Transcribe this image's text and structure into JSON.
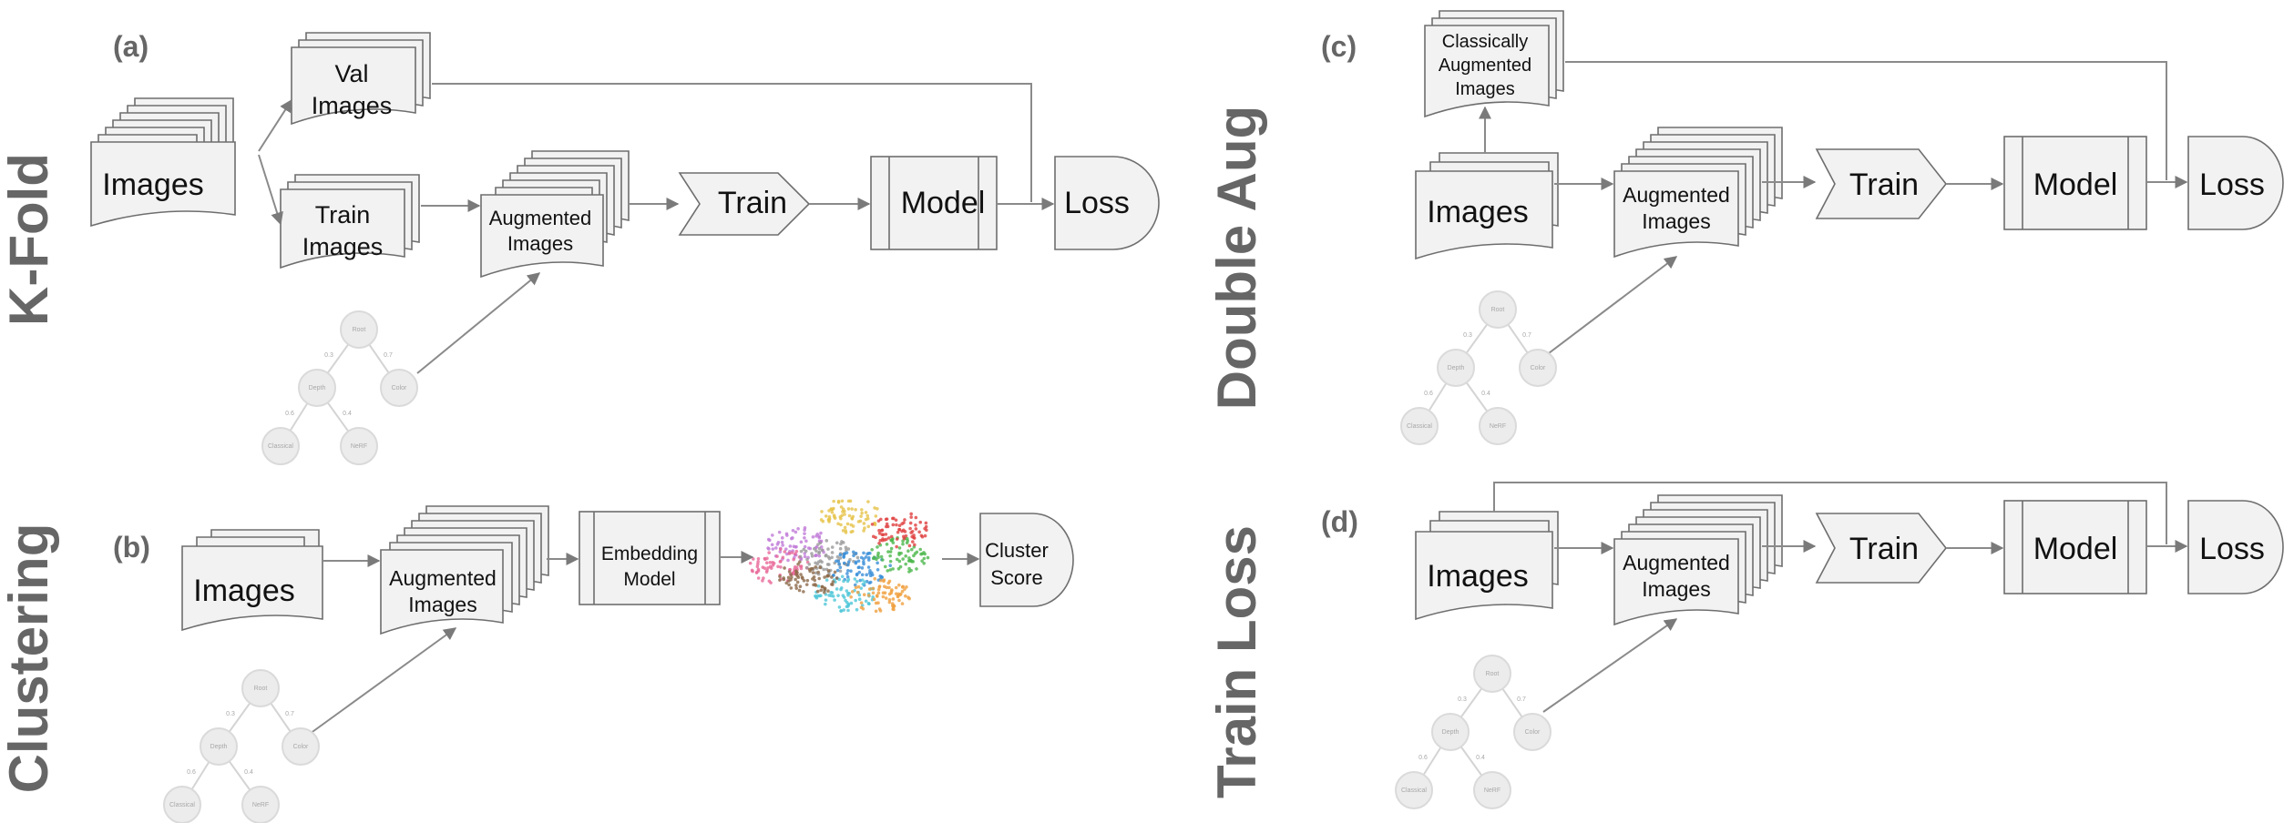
{
  "side_titles": {
    "a": "K-Fold",
    "b": "Clustering",
    "c": "Double Aug",
    "d": "Train Loss"
  },
  "panel_tags": {
    "a": "(a)",
    "b": "(b)",
    "c": "(c)",
    "d": "(d)"
  },
  "labels": {
    "images": "Images",
    "val_images": [
      "Val",
      "Images"
    ],
    "train_images": [
      "Train",
      "Images"
    ],
    "augmented_images": [
      "Augmented",
      "Images"
    ],
    "classically_augmented": [
      "Classically",
      "Augmented",
      "Images"
    ],
    "train": "Train",
    "model": "Model",
    "loss": "Loss",
    "embedding_model": [
      "Embedding",
      "Model"
    ],
    "cluster_score": [
      "Cluster",
      "Score"
    ]
  },
  "policy_tree": {
    "root": "Root",
    "depth": "Depth",
    "color": "Color",
    "classical": "Classical",
    "nerf": "NeRF",
    "p_depth": "0.3",
    "p_color": "0.7",
    "p_classical": "0.6",
    "p_nerf": "0.4"
  },
  "colors": {
    "box_fill": "#f2f2f2",
    "box_stroke": "#6e6e6e",
    "arrow": "#8a8a8a",
    "side_text": "#666666",
    "cluster_colors": [
      "#e6c34a",
      "#c07ad8",
      "#e86a9a",
      "#9a9a9a",
      "#3a8fd8",
      "#4fc7d8",
      "#f0a040",
      "#4cb84c",
      "#e04040",
      "#8c6a4a"
    ]
  }
}
